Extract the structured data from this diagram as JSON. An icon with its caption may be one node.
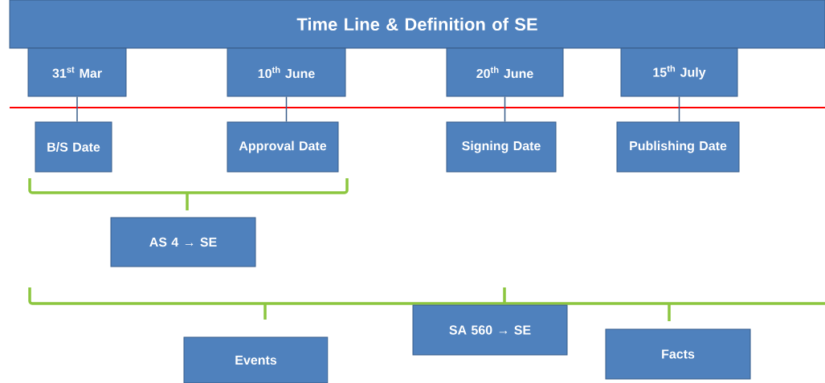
{
  "diagram": {
    "nodes": [
      {
        "text": [
          "Time Line & Definition of SE"
        ]
      },
      {
        "text": [
          "31$^{st}$ Mar"
        ]
      },
      {
        "text": [
          "10$^{th}$ June"
        ]
      },
      {
        "text": [
          "20$^{th}$ June"
        ]
      },
      {
        "text": [
          "15$^{th}$ July"
        ]
      },
      {
        "text": [
          "B/S Date"
        ]
      },
      {
        "text": [
          "Approval Date"
        ]
      },
      {
        "text": [
          "Signing Date"
        ]
      },
      {
        "text": [
          "Publishing Date"
        ]
      },
      {
        "text": [
          "AS 4 → SE"
        ]
      },
      {
        "text": [
          "SA 560 → SE"
        ]
      },
      {
        "text": [
          "Events"
        ]
      },
      {
        "text": [
          "Facts"
        ]
      }
    ],
    "edges": [
      {
        "from": 1,
        "to": 5,
        "arrow": "none"
      },
      {
        "from": 2,
        "to": 6,
        "arrow": "none"
      },
      {
        "from": 3,
        "to": 7,
        "arrow": "none"
      },
      {
        "from": 4,
        "to": 8,
        "arrow": "none"
      }
    ]
  }
}
